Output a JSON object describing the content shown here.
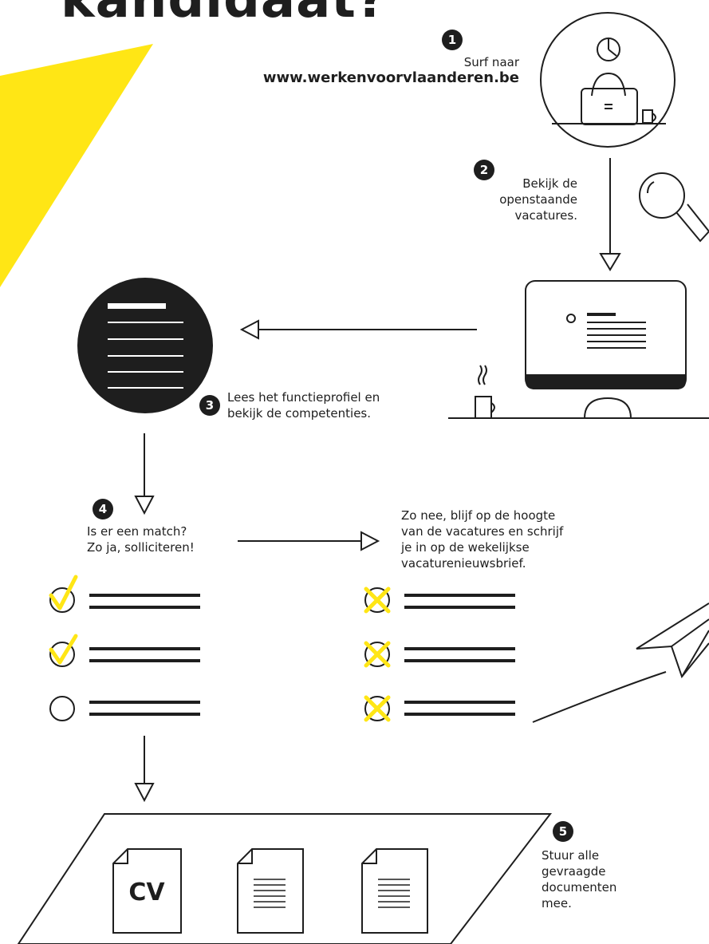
{
  "header": {
    "title": "kandidaat?"
  },
  "steps": [
    {
      "number": "1",
      "lines": [
        "Surf naar",
        "www.werkenvoorvlaanderen.be"
      ]
    },
    {
      "number": "2",
      "lines": [
        "Bekijk de",
        "openstaande",
        "vacatures."
      ]
    },
    {
      "number": "3",
      "lines": [
        "Lees het functieprofiel en",
        "bekijk de competenties."
      ]
    },
    {
      "number": "4",
      "lines": [
        "Is er een match?",
        "Zo ja, solliciteren!"
      ]
    },
    {
      "number": "5",
      "lines": [
        "Stuur alle",
        "gevraagde",
        "documenten",
        "mee."
      ]
    }
  ],
  "no_match": {
    "lines": [
      "Zo nee, blijf op de hoogte",
      "van de vacatures en schrijf",
      "je in op de wekelijkse",
      "vacaturenieuwsbrief."
    ]
  },
  "documents": {
    "cv_label": "CV"
  },
  "colors": {
    "accent_yellow": "#ffe615",
    "ink": "#1e1e1e"
  }
}
